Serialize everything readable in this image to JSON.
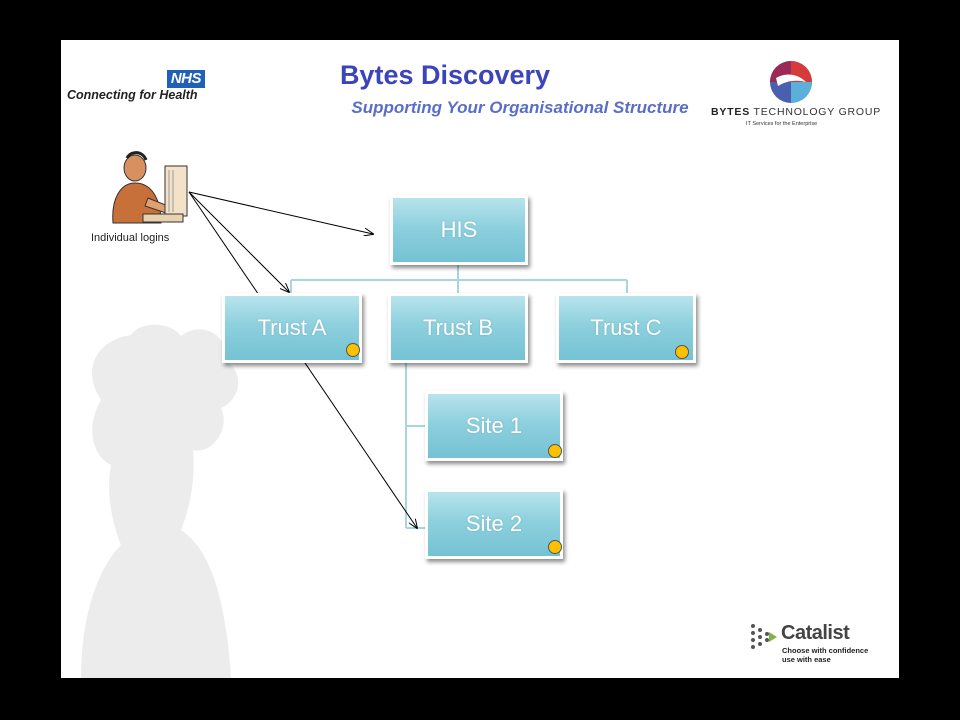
{
  "header": {
    "title": "Bytes Discovery",
    "subtitle": "Supporting Your Organisational Structure"
  },
  "logos": {
    "nhs_badge": "NHS",
    "nhs_text": "Connecting for Health",
    "bytes_name_bold": "BYTES",
    "bytes_name_rest": " TECHNOLOGY GROUP",
    "bytes_tagline": "IT Services for the Enterprise",
    "catalist_name": "Catalist",
    "catalist_tag_1": "Choose with confidence",
    "catalist_tag_2": "use with ease"
  },
  "user": {
    "label": "Individual logins"
  },
  "hierarchy": {
    "root": "HIS",
    "trusts": [
      "Trust A",
      "Trust B",
      "Trust C"
    ],
    "sites": [
      "Site 1",
      "Site 2"
    ]
  },
  "colors": {
    "node_fill": "#8ed0de",
    "marker": "#ffc000",
    "title": "#3b44b8"
  }
}
